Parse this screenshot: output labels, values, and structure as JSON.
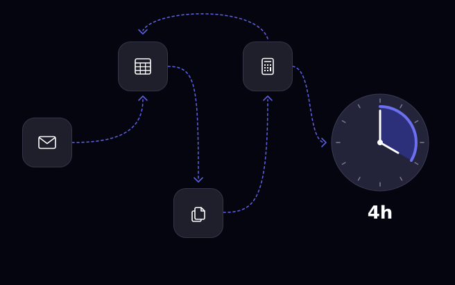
{
  "colors": {
    "background": "#05050f",
    "node_fill": "#1e1f2b",
    "node_border": "#34364a",
    "icon": "#ffffff",
    "connector": "#5b5fe0",
    "clock_face": "#23243a",
    "clock_arc_fill": "#2c2f7a",
    "clock_arc_stroke": "#6b6ff0",
    "clock_hand": "#ffffff"
  },
  "nodes": [
    {
      "id": "mail",
      "icon": "envelope-icon"
    },
    {
      "id": "table",
      "icon": "table-grid-icon"
    },
    {
      "id": "documents",
      "icon": "copy-documents-icon"
    },
    {
      "id": "calculator",
      "icon": "calculator-icon"
    }
  ],
  "clock": {
    "icon": "clock-icon",
    "elapsed_label": "4h",
    "elapsed_hours": 4
  }
}
